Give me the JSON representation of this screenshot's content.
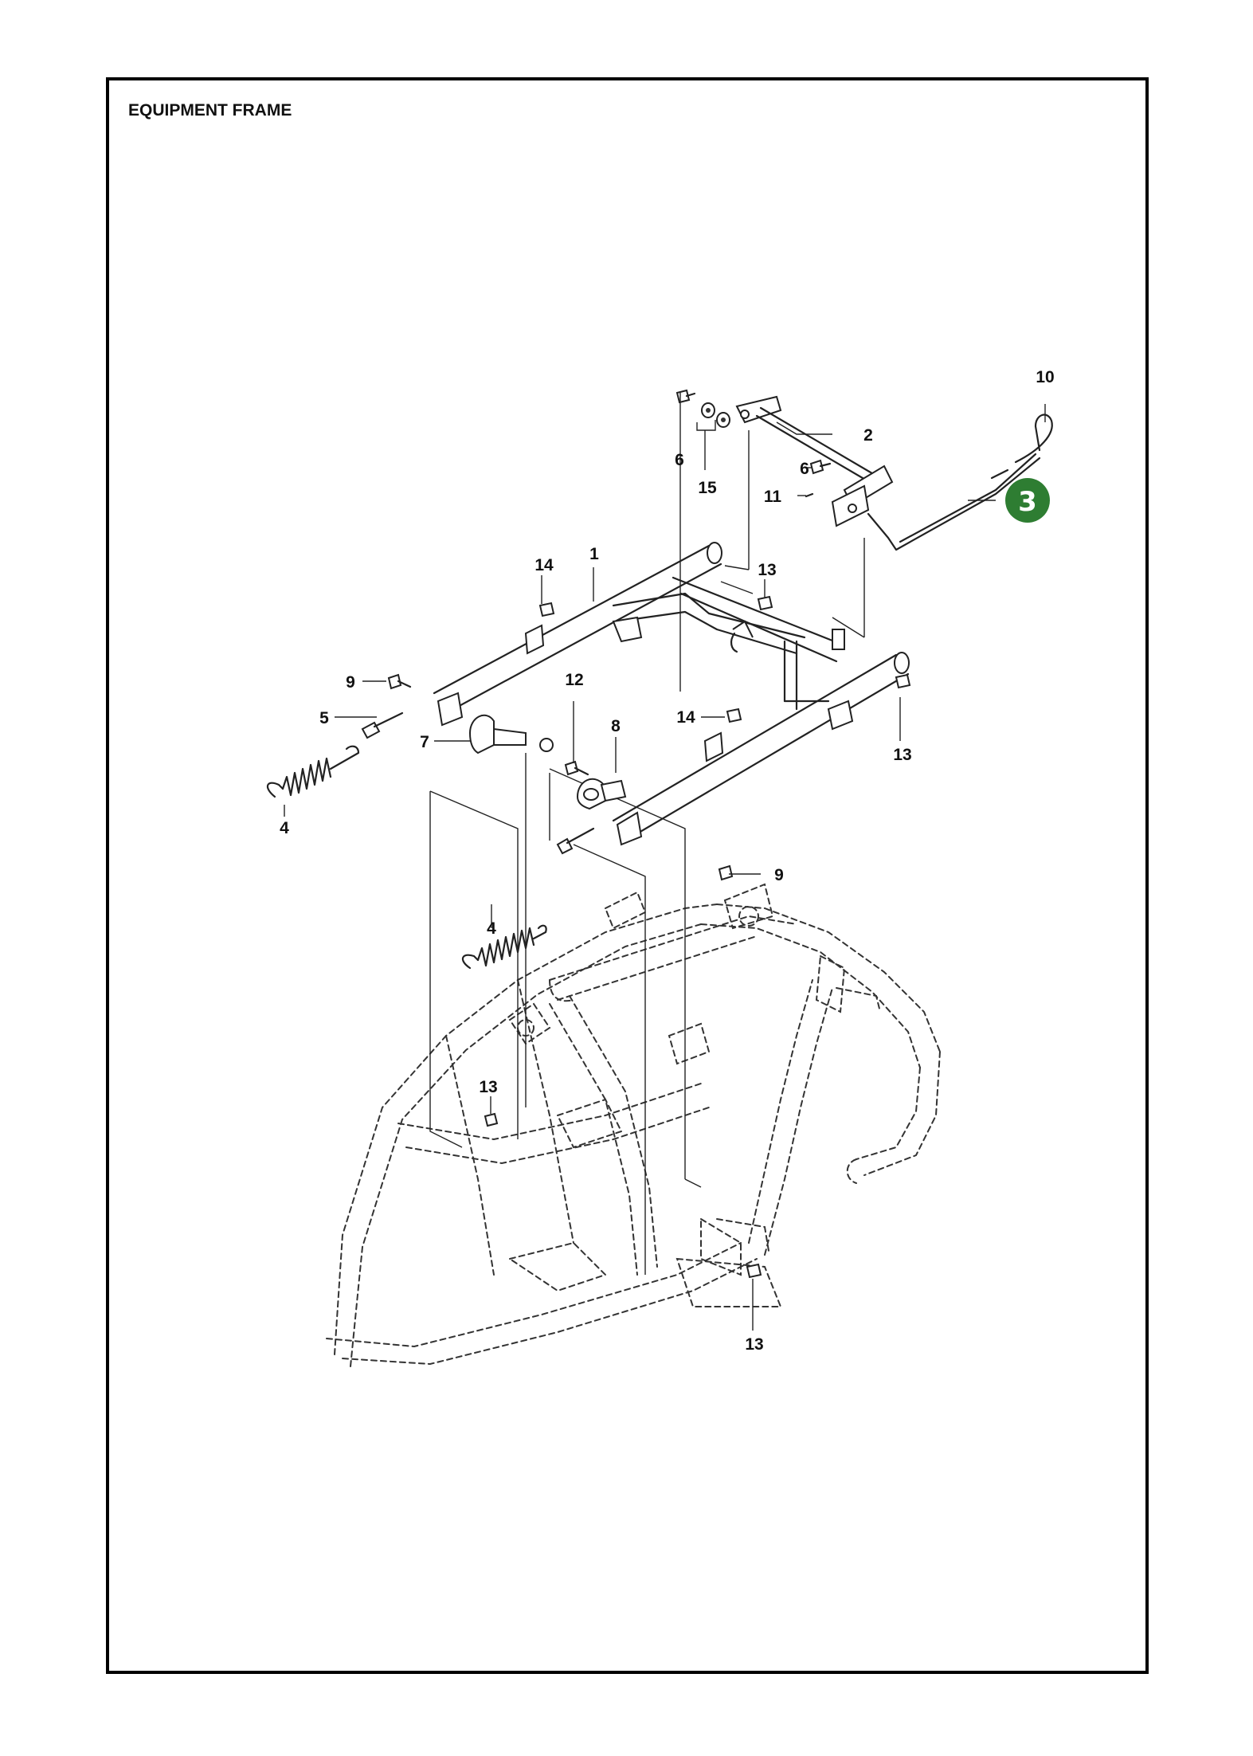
{
  "title": "EQUIPMENT FRAME",
  "callout": {
    "number": "3",
    "color": "#2e7d32"
  },
  "parts": [
    {
      "ref": "1"
    },
    {
      "ref": "2"
    },
    {
      "ref": "4"
    },
    {
      "ref": "4"
    },
    {
      "ref": "5"
    },
    {
      "ref": "6"
    },
    {
      "ref": "6"
    },
    {
      "ref": "7"
    },
    {
      "ref": "8"
    },
    {
      "ref": "9"
    },
    {
      "ref": "9"
    },
    {
      "ref": "10"
    },
    {
      "ref": "11"
    },
    {
      "ref": "12"
    },
    {
      "ref": "13"
    },
    {
      "ref": "13"
    },
    {
      "ref": "13"
    },
    {
      "ref": "13"
    },
    {
      "ref": "14"
    },
    {
      "ref": "14"
    },
    {
      "ref": "15"
    }
  ]
}
